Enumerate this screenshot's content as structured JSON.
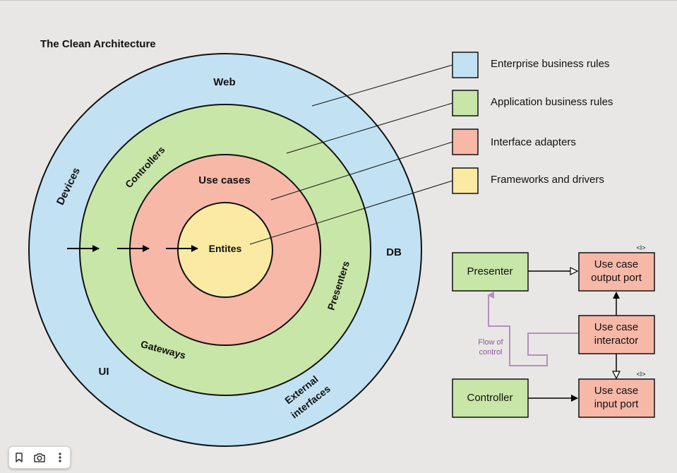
{
  "title": "The Clean Architecture",
  "rings": {
    "web": "Web",
    "devices": "Devices",
    "db": "DB",
    "ui": "UI",
    "external_interfaces_1": "External",
    "external_interfaces_2": "interfaces",
    "controllers": "Controllers",
    "presenters": "Presenters",
    "gateways": "Gateways",
    "use_cases": "Use cases",
    "entities": "Entites"
  },
  "legend": [
    {
      "label": "Enterprise business rules",
      "color": "#c2e2f3"
    },
    {
      "label": "Application business rules",
      "color": "#c8e6a8"
    },
    {
      "label": "Interface adapters",
      "color": "#f7b8a8"
    },
    {
      "label": "Frameworks and drivers",
      "color": "#fbeaa3"
    }
  ],
  "flow": {
    "presenter": "Presenter",
    "output_port_1": "Use case",
    "output_port_2": "output port",
    "interactor_1": "Use case",
    "interactor_2": "interactor",
    "controller": "Controller",
    "input_port_1": "Use case",
    "input_port_2": "input port",
    "interface_tag_1": "<I>",
    "interface_tag_2": "<I>",
    "flow_label_1": "Flow of",
    "flow_label_2": "control"
  },
  "colors": {
    "blue": "#c2e2f3",
    "green": "#c8e6a8",
    "red": "#f7b8a8",
    "yellow": "#fbeaa3",
    "flow": "#b58fbf"
  },
  "toolbar": {
    "icons": [
      "bookmark-icon",
      "camera-icon",
      "more-icon"
    ]
  }
}
